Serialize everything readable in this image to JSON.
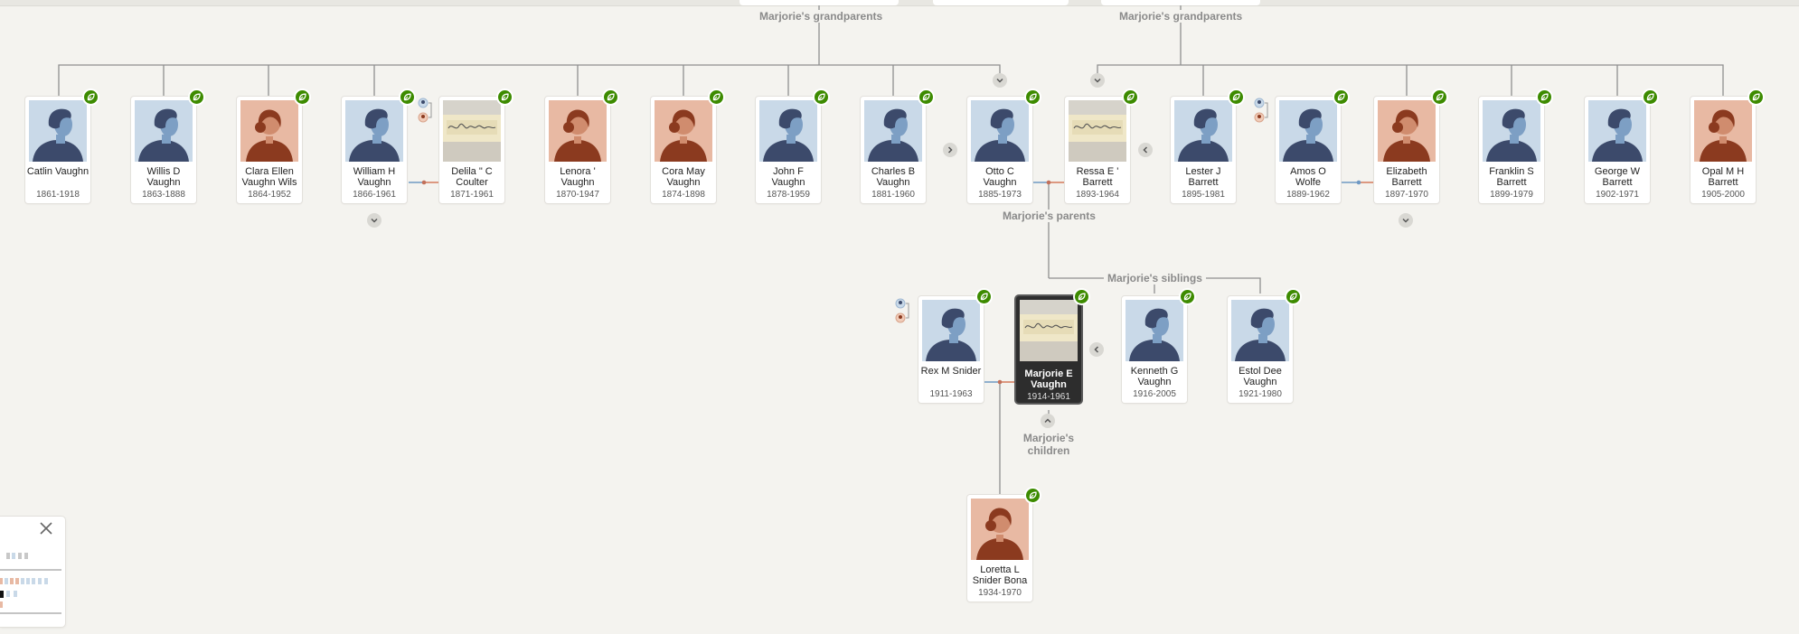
{
  "groups": {
    "grandparents_left": "Marjorie's grandparents",
    "grandparents_right": "Marjorie's grandparents",
    "parents": "Marjorie's parents",
    "siblings": "Marjorie's siblings",
    "children": "Marjorie's children"
  },
  "people": [
    {
      "id": "catlin",
      "name": "Catlin Vaughn",
      "life": "1861-1918",
      "gender": "m",
      "photo": "avatar",
      "hint": true
    },
    {
      "id": "willis",
      "name": "Willis D Vaughn",
      "life": "1863-1888",
      "gender": "m",
      "photo": "avatar",
      "hint": true
    },
    {
      "id": "clara",
      "name": "Clara Ellen Vaughn Wils",
      "life": "1864-1952",
      "gender": "f",
      "photo": "avatar",
      "hint": true
    },
    {
      "id": "william",
      "name": "William H Vaughn",
      "life": "1866-1961",
      "gender": "m",
      "photo": "avatar",
      "hint": true
    },
    {
      "id": "delila",
      "name": "Delila \" C Coulter",
      "life": "1871-1961",
      "gender": "f",
      "photo": "document",
      "hint": true
    },
    {
      "id": "lenora",
      "name": "Lenora ' Vaughn",
      "life": "1870-1947",
      "gender": "f",
      "photo": "avatar",
      "hint": true
    },
    {
      "id": "coramay",
      "name": "Cora May Vaughn",
      "life": "1874-1898",
      "gender": "f",
      "photo": "avatar",
      "hint": true
    },
    {
      "id": "johnf",
      "name": "John F Vaughn",
      "life": "1878-1959",
      "gender": "m",
      "photo": "avatar",
      "hint": true
    },
    {
      "id": "charlesb",
      "name": "Charles B Vaughn",
      "life": "1881-1960",
      "gender": "m",
      "photo": "avatar",
      "hint": true
    },
    {
      "id": "ottoc",
      "name": "Otto C Vaughn",
      "life": "1885-1973",
      "gender": "m",
      "photo": "avatar",
      "hint": true
    },
    {
      "id": "ressa",
      "name": "Ressa E ' Barrett",
      "life": "1893-1964",
      "gender": "f",
      "photo": "document",
      "hint": true
    },
    {
      "id": "lesterj",
      "name": "Lester J Barrett",
      "life": "1895-1981",
      "gender": "m",
      "photo": "avatar",
      "hint": true
    },
    {
      "id": "amoso",
      "name": "Amos O Wolfe",
      "life": "1889-1962",
      "gender": "m",
      "photo": "avatar",
      "hint": true
    },
    {
      "id": "elizabeth",
      "name": "Elizabeth Barrett",
      "life": "1897-1970",
      "gender": "f",
      "photo": "avatar",
      "hint": true
    },
    {
      "id": "franklin",
      "name": "Franklin S Barrett",
      "life": "1899-1979",
      "gender": "m",
      "photo": "avatar",
      "hint": true
    },
    {
      "id": "georgew",
      "name": "George W Barrett",
      "life": "1902-1971",
      "gender": "m",
      "photo": "avatar",
      "hint": true
    },
    {
      "id": "opal",
      "name": "Opal M H Barrett",
      "life": "1905-2000",
      "gender": "f",
      "photo": "avatar",
      "hint": true
    },
    {
      "id": "rexm",
      "name": "Rex M Snider",
      "life": "1911-1963",
      "gender": "m",
      "photo": "avatar",
      "hint": true
    },
    {
      "id": "marjorie",
      "name": "Marjorie E Vaughn",
      "life": "1914-1961",
      "gender": "f",
      "photo": "document",
      "hint": true,
      "focus": true
    },
    {
      "id": "kenneth",
      "name": "Kenneth G Vaughn",
      "life": "1916-2005",
      "gender": "m",
      "photo": "avatar",
      "hint": true
    },
    {
      "id": "estol",
      "name": "Estol Dee Vaughn",
      "life": "1921-1980",
      "gender": "m",
      "photo": "avatar",
      "hint": true
    },
    {
      "id": "loretta",
      "name": "Loretta L Snider Bona",
      "life": "1934-1970",
      "gender": "f",
      "photo": "avatar",
      "hint": true
    }
  ],
  "icons": {
    "hint": "leaf-hint-icon",
    "chevron_down": "chevron-down-icon",
    "chevron_up": "chevron-up-icon",
    "chevron_left": "chevron-left-icon",
    "chevron_right": "chevron-right-icon",
    "spouse_switcher": "spouse-switcher-icon",
    "close": "close-icon"
  },
  "colors": {
    "background": "#f4f3ef",
    "line": "#8f8f8f",
    "male_bg": "#c9d9e8",
    "male_head": "#3c4a6b",
    "male_face": "#7d9fc4",
    "female_bg": "#e8b9a3",
    "female_hair": "#8b3a1f",
    "female_face": "#d08c6e",
    "hint_green": "#3d8b00",
    "focus_card": "#2d2d2d",
    "spouse_male": "#6f99c4",
    "spouse_female": "#d47a5b"
  }
}
